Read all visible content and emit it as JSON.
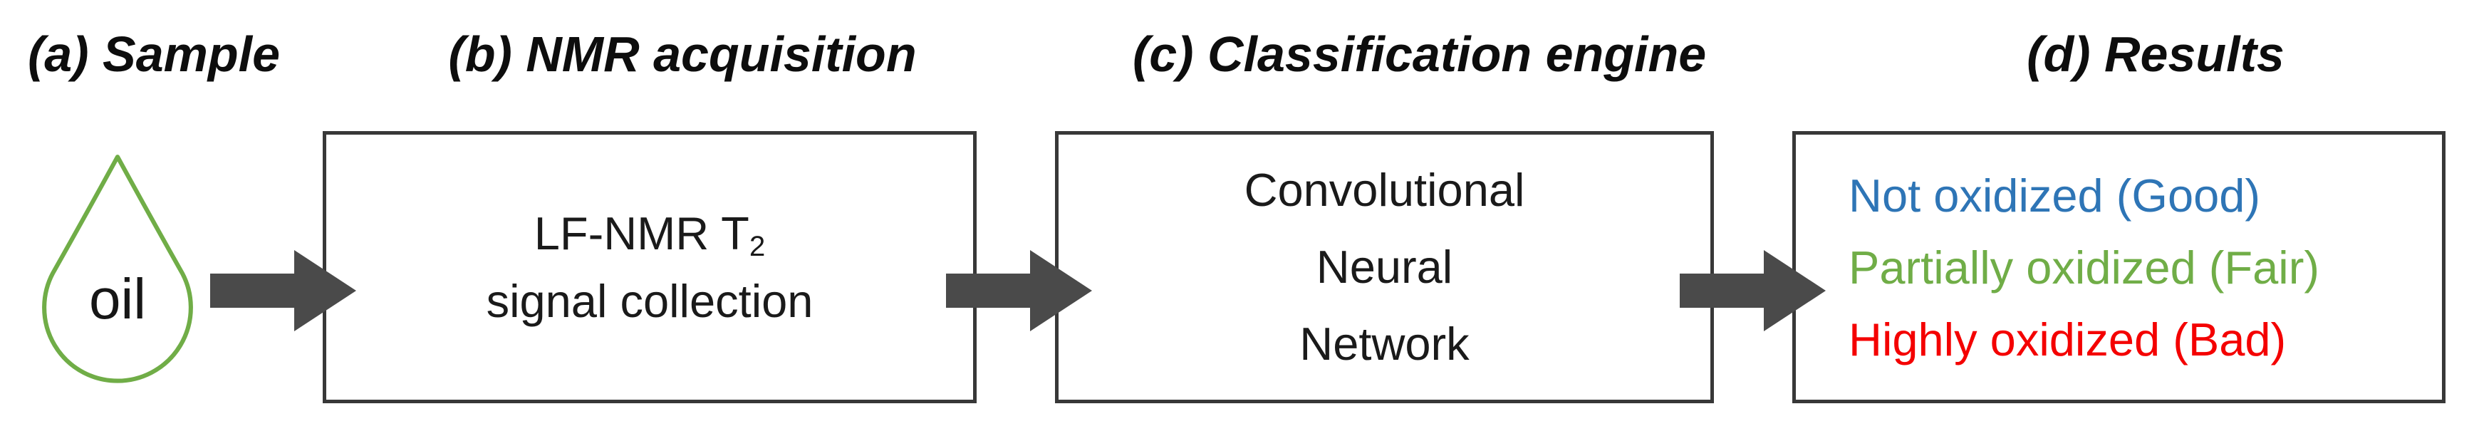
{
  "diagram": {
    "stage_labels": [
      {
        "id": "a",
        "text": "(a) Sample"
      },
      {
        "id": "b",
        "text": "(b) NMR acquisition"
      },
      {
        "id": "c",
        "text": "(c) Classification engine"
      },
      {
        "id": "d",
        "text": "(d) Results"
      }
    ],
    "sample": {
      "droplet_label": "oil",
      "droplet_outline_color": "#70AD47"
    },
    "nmr_box": {
      "line1_prefix": "LF-NMR T",
      "line1_subscript": "2",
      "line2": "signal collection"
    },
    "cnn_box": {
      "lines": [
        "Convolutional",
        "Neural",
        "Network"
      ]
    },
    "results_box": {
      "lines": [
        {
          "text": "Not oxidized (Good)",
          "color": "#2E75B6"
        },
        {
          "text": "Partially oxidized (Fair)",
          "color": "#70AD47"
        },
        {
          "text": "Highly oxidized (Bad)",
          "color": "#F40000"
        }
      ]
    },
    "arrow_color": "#4a4a4a",
    "box_border_color": "#383838"
  }
}
